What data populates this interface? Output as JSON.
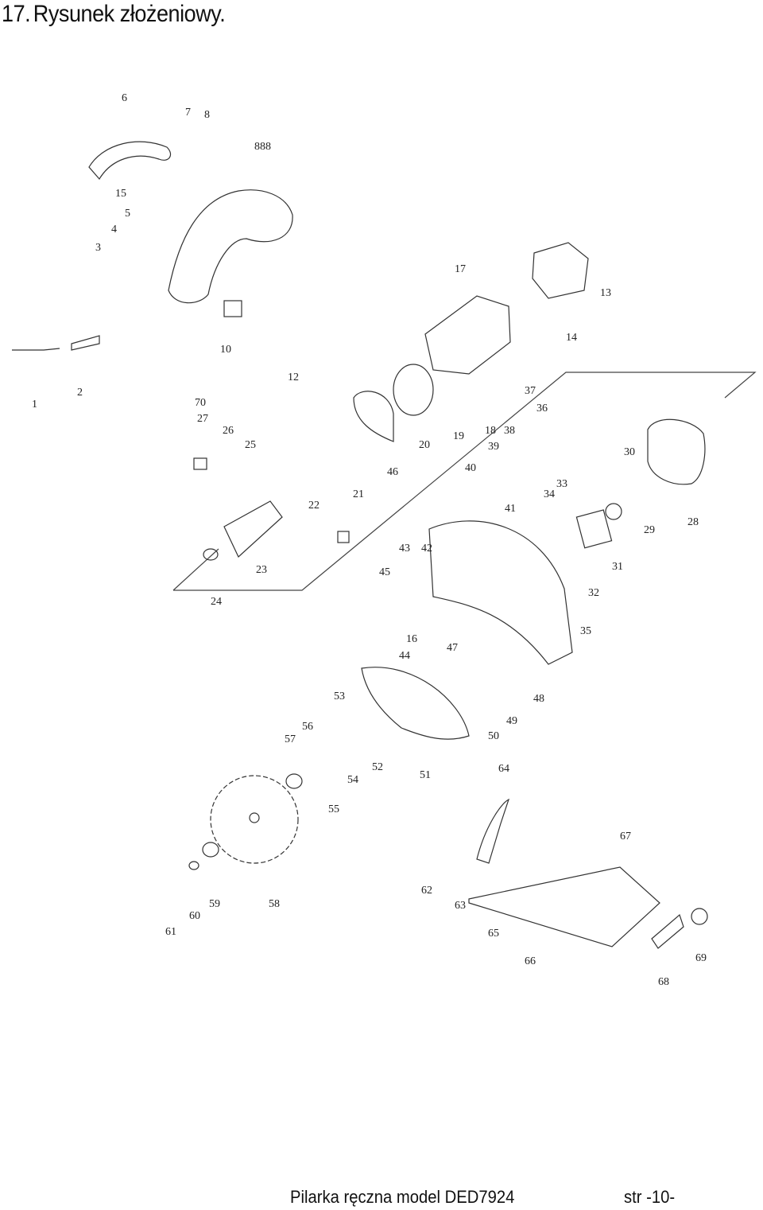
{
  "header": {
    "number": "17.",
    "title": "Rysunek złożeniowy."
  },
  "footer": {
    "title": "Pilarka ręczna model DED7924",
    "page": "str -10-"
  },
  "accent_color": "#c8283c",
  "labels": [
    "6",
    "7",
    "8",
    "888",
    "15",
    "5",
    "4",
    "3",
    "17",
    "13",
    "14",
    "10",
    "12",
    "1",
    "2",
    "70",
    "27",
    "26",
    "25",
    "37",
    "36",
    "30",
    "28",
    "29",
    "18",
    "39",
    "38",
    "40",
    "33",
    "34",
    "20",
    "19",
    "46",
    "21",
    "22",
    "41",
    "31",
    "32",
    "23",
    "24",
    "43",
    "42",
    "45",
    "16",
    "44",
    "47",
    "35",
    "53",
    "56",
    "57",
    "54",
    "52",
    "51",
    "49",
    "48",
    "50",
    "55",
    "64",
    "67",
    "62",
    "63",
    "65",
    "66",
    "61",
    "60",
    "59",
    "58",
    "68",
    "69"
  ]
}
